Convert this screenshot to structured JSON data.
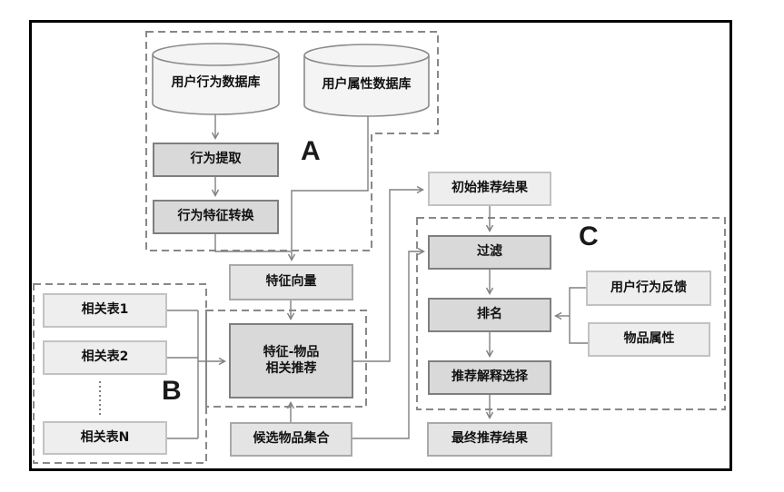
{
  "diagram": {
    "group_labels": {
      "a": "A",
      "b": "B",
      "c": "C"
    },
    "nodes": {
      "db_behavior": {
        "label": "用户行为数据库"
      },
      "db_attribute": {
        "label": "用户属性数据库"
      },
      "behavior_extract": {
        "label": "行为提取"
      },
      "behavior_transform": {
        "label": "行为特征转换"
      },
      "feature_vector": {
        "label": "特征向量"
      },
      "feature_item": {
        "line1": "特征-物品",
        "line2": "相关推荐"
      },
      "table1": {
        "label": "相关表1"
      },
      "table2": {
        "label": "相关表2"
      },
      "tableN": {
        "label": "相关表N"
      },
      "candidate_set": {
        "label": "候选物品集合"
      },
      "initial_result": {
        "label": "初始推荐结果"
      },
      "filter": {
        "label": "过滤"
      },
      "ranking": {
        "label": "排名"
      },
      "explain_select": {
        "label": "推荐解释选择"
      },
      "final_result": {
        "label": "最终推荐结果"
      },
      "user_feedback": {
        "label": "用户行为反馈"
      },
      "item_attribute": {
        "label": "物品属性"
      }
    },
    "connections": [
      {
        "from": "db_behavior",
        "to": "behavior_extract"
      },
      {
        "from": "behavior_extract",
        "to": "behavior_transform"
      },
      {
        "from": "behavior_transform",
        "to": "feature_vector"
      },
      {
        "from": "db_attribute",
        "to": "feature_vector"
      },
      {
        "from": "feature_vector",
        "to": "feature_item"
      },
      {
        "from": "table1",
        "to": "feature_item"
      },
      {
        "from": "table2",
        "to": "feature_item"
      },
      {
        "from": "tableN",
        "to": "feature_item"
      },
      {
        "from": "candidate_set",
        "to": "feature_item"
      },
      {
        "from": "feature_item",
        "to": "initial_result"
      },
      {
        "from": "initial_result",
        "to": "filter"
      },
      {
        "from": "candidate_set",
        "to": "filter"
      },
      {
        "from": "filter",
        "to": "ranking"
      },
      {
        "from": "user_feedback",
        "to": "ranking"
      },
      {
        "from": "item_attribute",
        "to": "ranking"
      },
      {
        "from": "ranking",
        "to": "explain_select"
      },
      {
        "from": "explain_select",
        "to": "final_result"
      }
    ],
    "colors": {
      "process_fill": "#d9d9d9",
      "process_border": "#7f7f7f",
      "data_fill": "#eeeeee",
      "data_border": "#c2c2c2",
      "line": "#808080",
      "dash": "#888888",
      "frame": "#000000"
    }
  }
}
